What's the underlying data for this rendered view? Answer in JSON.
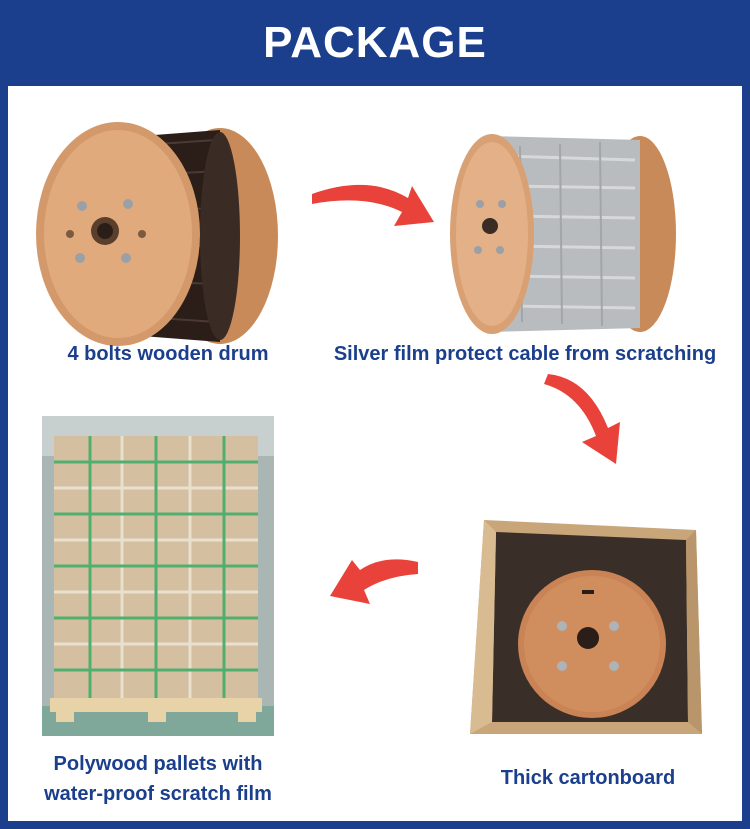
{
  "header": {
    "title": "PACKAGE"
  },
  "colors": {
    "brand_blue": "#1b3f8d",
    "arrow_red": "#e8423a"
  },
  "steps": [
    {
      "caption": "4 bolts wooden drum",
      "icon": "wooden-drum-photo"
    },
    {
      "caption": "Silver film protect cable from scratching",
      "icon": "silver-film-drum-photo"
    },
    {
      "caption": "Thick cartonboard",
      "icon": "carton-box-photo"
    },
    {
      "caption_line1": "Polywood pallets with",
      "caption_line2": "water-proof scratch film",
      "icon": "pallet-photo"
    }
  ],
  "arrows": [
    "arrow-right-icon",
    "arrow-down-icon",
    "arrow-left-icon"
  ]
}
